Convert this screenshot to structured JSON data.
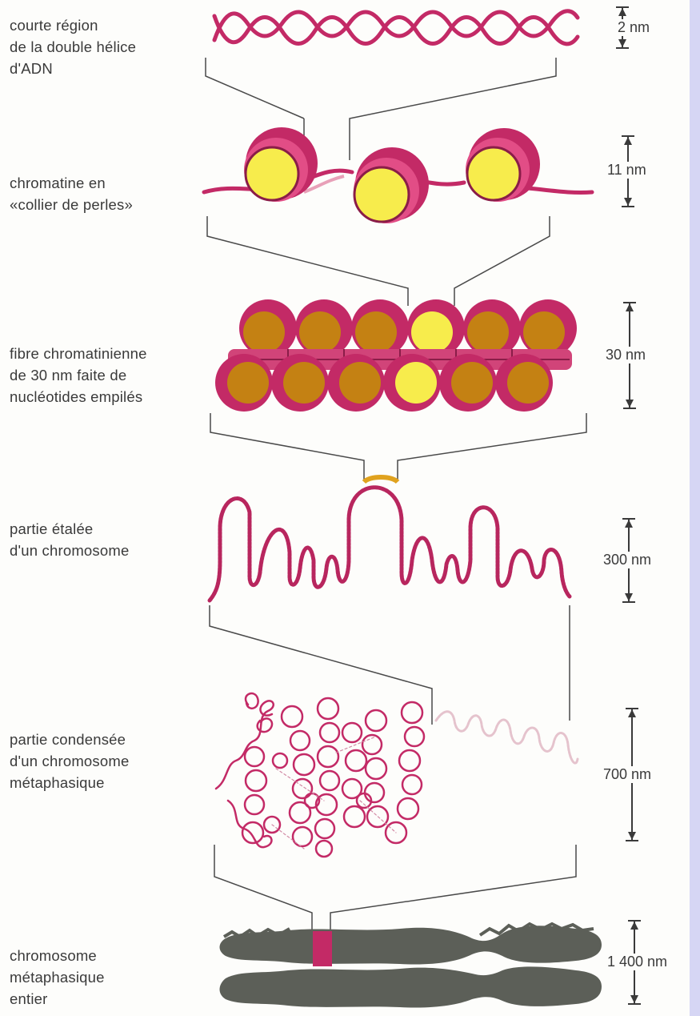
{
  "colors": {
    "dna": "#c32a66",
    "histone_light": "#f7ec4c",
    "histone_dark": "#c48113",
    "chromosome": "#5c5f58",
    "highlight": "#e0a21e",
    "text": "#3a3a3a"
  },
  "levels": [
    {
      "label": "courte région\nde la double hélice\nd'ADN",
      "scale": "2 nm"
    },
    {
      "label": "chromatine en\n«collier de perles»",
      "scale": "11 nm"
    },
    {
      "label": "fibre chromatinienne\nde 30 nm faite de\nnucléotides empilés",
      "scale": "30 nm"
    },
    {
      "label": "partie étalée\nd'un chromosome",
      "scale": "300 nm"
    },
    {
      "label": "partie condensée\nd'un chromosome\nmétaphasique",
      "scale": "700 nm"
    },
    {
      "label": "chromosome\nmétaphasique\nentier",
      "scale": "1 400 nm"
    }
  ]
}
